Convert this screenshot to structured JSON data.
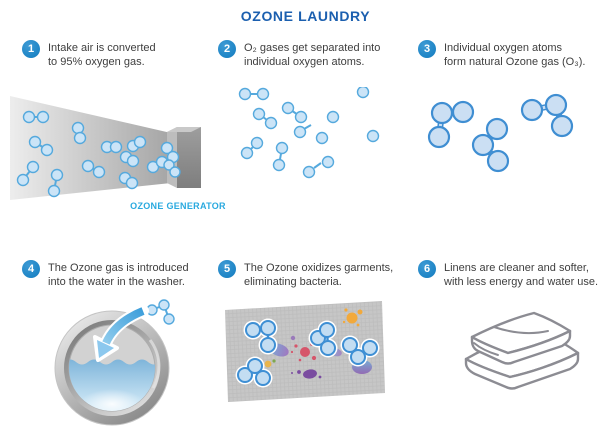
{
  "title": "OZONE LAUNDRY",
  "generator_label": "OZONE GENERATOR",
  "steps": [
    {
      "number": "1",
      "lines": [
        "Intake air is converted",
        "to 95% oxygen gas."
      ]
    },
    {
      "number": "2",
      "lines": [
        "O₂ gases get separated into",
        "individual oxygen atoms."
      ]
    },
    {
      "number": "3",
      "lines": [
        "Individual oxygen atoms",
        "form natural Ozone gas (O₃)."
      ]
    },
    {
      "number": "4",
      "lines": [
        "The Ozone gas is introduced",
        "into the water in the washer."
      ]
    },
    {
      "number": "5",
      "lines": [
        "The Ozone oxidizes garments,",
        "eliminating bacteria."
      ]
    },
    {
      "number": "6",
      "lines": [
        "Linens are cleaner and softer,",
        "with less energy and water use."
      ]
    }
  ],
  "colors": {
    "title_blue": "#1B5FAF",
    "badge_blue": "#1E85C6",
    "generator_label_cyan": "#29A9DF",
    "body_text": "#3E3E3E",
    "molecule_fill": "#CBE4F7",
    "molecule_stroke": "#55A9DD",
    "ozone_stroke": "#3F8ED2",
    "cone_gray_light": "#ECECEC",
    "cone_gray_dark": "#A5A5A5",
    "generator_gray": "#8A8A8A",
    "water_blue": "#7FB5DA",
    "fabric_gray": "#C6C6C6",
    "bacteria_orange": "#F2A93B",
    "bacteria_red": "#D6556A",
    "bacteria_purple": "#7A4CA0",
    "linen_outline": "#8C8C93"
  }
}
